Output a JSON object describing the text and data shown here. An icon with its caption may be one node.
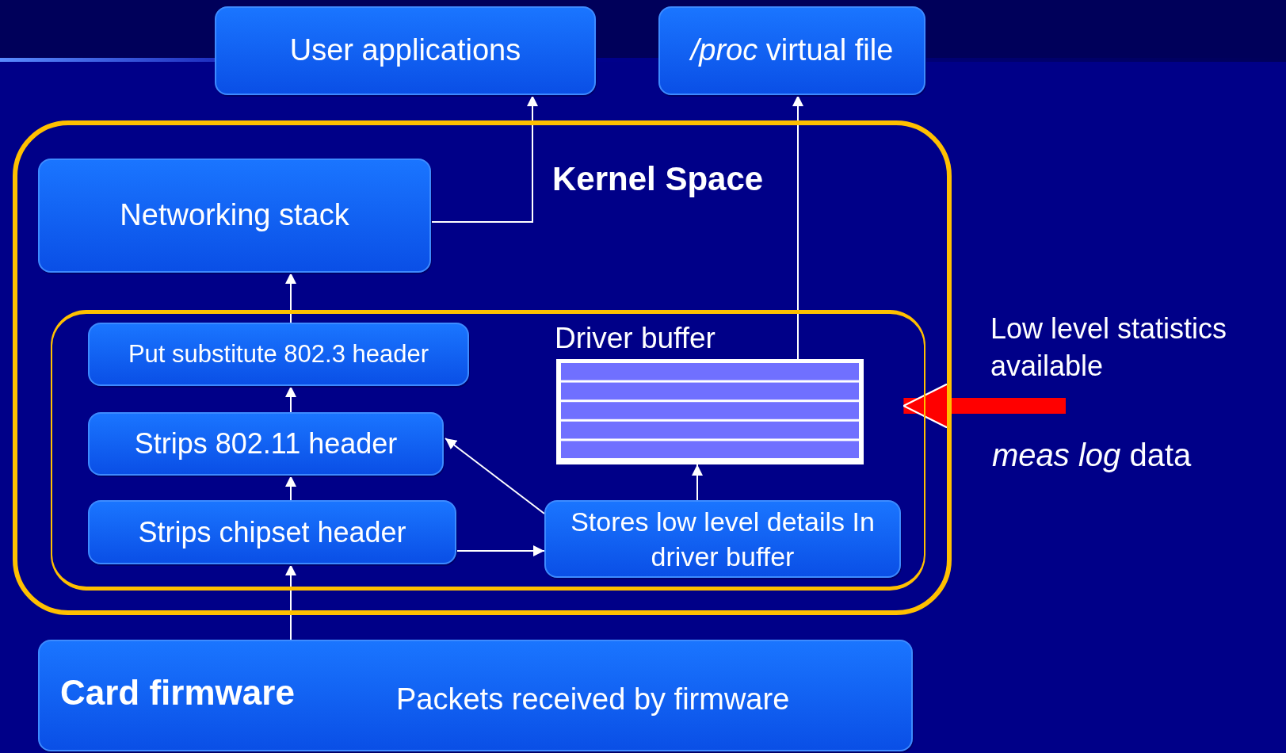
{
  "diagram": {
    "nodes": [
      {
        "text": [
          "User applications"
        ]
      },
      {
        "text": [
          "*/proc* virtual file"
        ]
      },
      {
        "text": [
          "Kernel Space"
        ]
      },
      {
        "text": [
          "Networking stack"
        ],
        "in": 2
      },
      {
        "text": [],
        "shape": "box",
        "in": 2
      },
      {
        "text": [
          "Put substitute 802.3 header"
        ],
        "in": 4
      },
      {
        "text": [
          "Driver buffer"
        ],
        "in": 4
      },
      {
        "text": [
          "Strips 802.11 header"
        ],
        "in": 4
      },
      {
        "text": [
          "Strips chipset header"
        ],
        "in": 4
      },
      {
        "text": [
          "Stores low level details In driver buffer"
        ],
        "in": 4
      },
      {
        "text": [
          "Card firmware",
          "Packets received by firmware"
        ]
      },
      {
        "text": [
          "Low level statistics available"
        ]
      }
    ],
    "edges": [
      {
        "from": 3,
        "to": 0,
        "arrow": "to"
      },
      {
        "from": 6,
        "to": 1,
        "arrow": "to"
      },
      {
        "from": 5,
        "to": 3,
        "arrow": "to"
      },
      {
        "from": 7,
        "to": 5,
        "arrow": "to"
      },
      {
        "from": 8,
        "to": 7,
        "arrow": "to"
      },
      {
        "from": 10,
        "to": 8,
        "arrow": "to"
      },
      {
        "from": 8,
        "to": 9,
        "arrow": "to"
      },
      {
        "from": 9,
        "to": 7,
        "arrow": "to"
      },
      {
        "from": 9,
        "to": 6,
        "arrow": "to"
      },
      {
        "from": 11,
        "to": 6,
        "arrow": "to",
        "style": "thick",
        "color": "#ff0000"
      }
    ],
    "labels": [
      "*meas log* data"
    ]
  }
}
